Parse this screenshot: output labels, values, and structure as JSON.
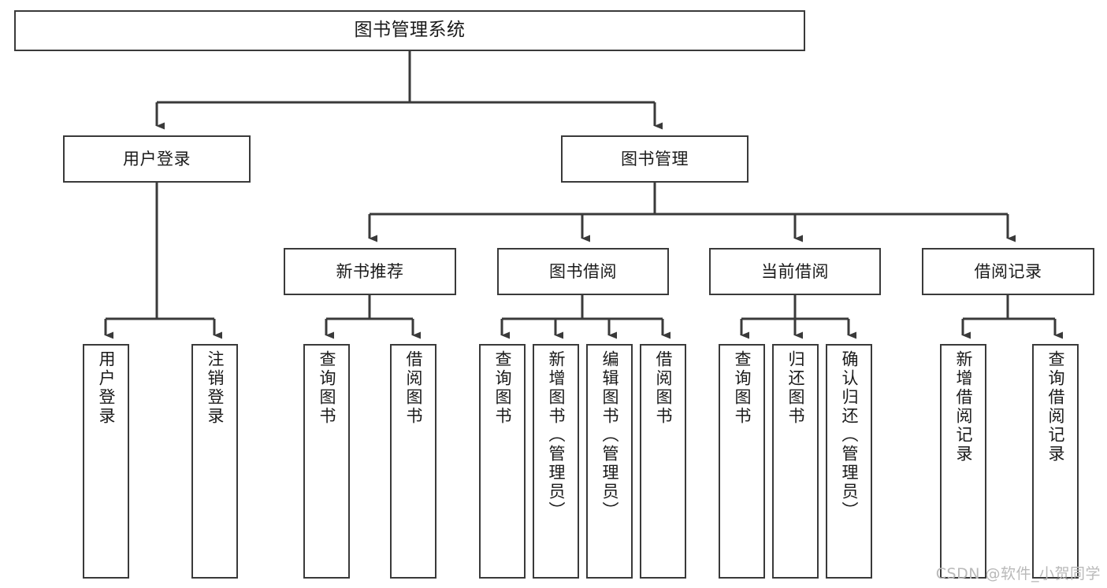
{
  "diagram": {
    "title": "图书管理系统",
    "type": "tree-hierarchy-chart",
    "background_color": "#ffffff",
    "border_color": "#3a3a3a",
    "text_color": "#1a1a1a"
  },
  "root": {
    "label": "图书管理系统"
  },
  "branches": [
    {
      "id": "user-login",
      "label": "用户登录"
    },
    {
      "id": "book-management",
      "label": "图书管理"
    }
  ],
  "subbranches": [
    {
      "id": "new-book-recommend",
      "label": "新书推荐"
    },
    {
      "id": "book-borrow",
      "label": "图书借阅"
    },
    {
      "id": "current-borrow",
      "label": "当前借阅"
    },
    {
      "id": "borrow-record",
      "label": "借阅记录"
    }
  ],
  "leaves": {
    "user_login": [
      {
        "id": "login",
        "label": "用户登录"
      },
      {
        "id": "logout",
        "label": "注销登录"
      }
    ],
    "new_book_recommend": [
      {
        "id": "query-book-1",
        "label": "查询图书"
      },
      {
        "id": "borrow-book-1",
        "label": "借阅图书"
      }
    ],
    "book_borrow": [
      {
        "id": "query-book-2",
        "label": "查询图书"
      },
      {
        "id": "add-book",
        "label": "新增图书（管理员）"
      },
      {
        "id": "edit-book",
        "label": "编辑图书（管理员）"
      },
      {
        "id": "borrow-book-2",
        "label": "借阅图书"
      }
    ],
    "current_borrow": [
      {
        "id": "query-book-3",
        "label": "查询图书"
      },
      {
        "id": "return-book",
        "label": "归还图书"
      },
      {
        "id": "confirm-return",
        "label": "确认归还（管理员）"
      }
    ],
    "borrow_record": [
      {
        "id": "add-record",
        "label": "新增借阅记录"
      },
      {
        "id": "query-record",
        "label": "查询借阅记录"
      }
    ]
  },
  "watermark": {
    "text": "CSDN @软件_小贺同学"
  }
}
